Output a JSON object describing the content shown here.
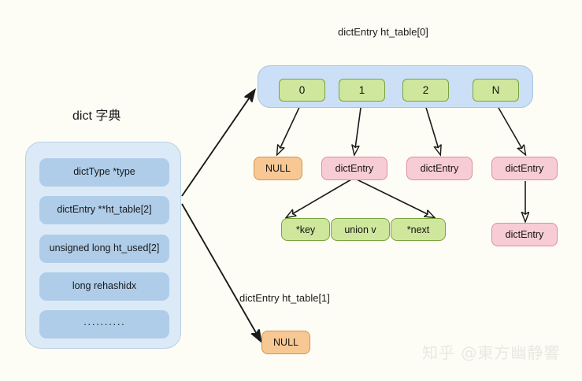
{
  "background_color": "#fdfdf5",
  "palette": {
    "panel_blue": "#dceaf8",
    "field_blue": "#afcde9",
    "array_blue": "#cbe0f7",
    "cell_green": "#cfe79c",
    "cell_green_border": "#7aa23c",
    "entry_pink": "#f8ccd5",
    "entry_pink_border": "#d9909f",
    "null_orange": "#f8c894",
    "null_orange_border": "#d2934f",
    "arrow": "#1a1a1a",
    "watermark": "#e9e9e3"
  },
  "dict": {
    "title": "dict 字典",
    "fields": [
      {
        "label": "dictType *type"
      },
      {
        "label": "dictEntry **ht_table[2]"
      },
      {
        "label": "unsigned long ht_used[2]"
      },
      {
        "label": "long rehashidx"
      },
      {
        "label": "··········"
      }
    ]
  },
  "hash_table_0": {
    "title": "dictEntry ht_table[0]",
    "buckets": [
      {
        "index_label": "0",
        "target": "NULL"
      },
      {
        "index_label": "1",
        "target": "dictEntry"
      },
      {
        "index_label": "2",
        "target": "dictEntry"
      },
      {
        "index_label": "N",
        "target": "dictEntry"
      }
    ],
    "bucket_targets": [
      {
        "label": "NULL",
        "kind": "null"
      },
      {
        "label": "dictEntry",
        "kind": "entry"
      },
      {
        "label": "dictEntry",
        "kind": "entry"
      },
      {
        "label": "dictEntry",
        "kind": "entry"
      }
    ],
    "entry_detail": {
      "segments": [
        "*key",
        "union v",
        "*next"
      ]
    },
    "chain_next": {
      "label": "dictEntry",
      "kind": "entry"
    }
  },
  "hash_table_1": {
    "title": "dictEntry ht_table[1]",
    "target": {
      "label": "NULL",
      "kind": "null"
    }
  },
  "watermark": {
    "text": "知乎 @東方幽静響"
  }
}
